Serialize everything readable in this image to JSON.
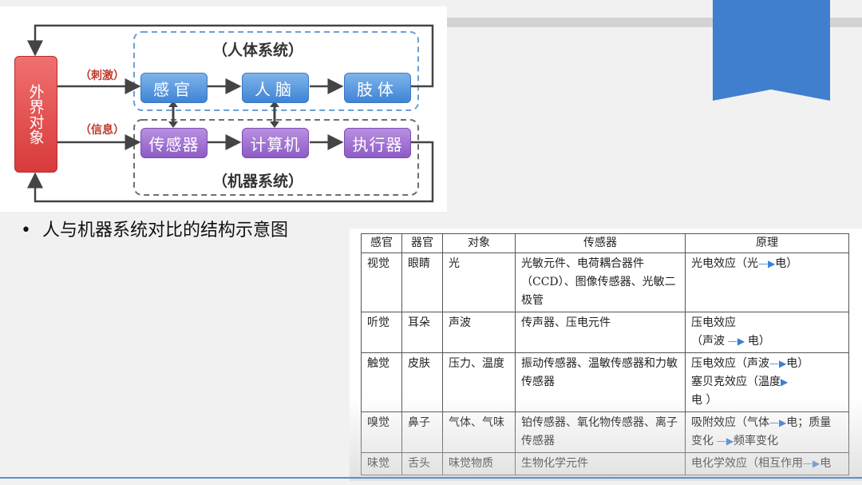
{
  "diagram": {
    "external_object": "外界对象",
    "human_system_title": "（人体系统）",
    "machine_system_title": "（机器系统）",
    "stimulus_label": "（刺激）",
    "info_label": "（信息）",
    "human_nodes": [
      "感官",
      "人脑",
      "肢体"
    ],
    "machine_nodes": [
      "传感器",
      "计算机",
      "执行器"
    ]
  },
  "caption": {
    "bullet": "•",
    "text": "人与机器系统对比的结构示意图"
  },
  "table": {
    "headers": [
      "感官",
      "器官",
      "对象",
      "传感器",
      "原理"
    ],
    "rows": [
      {
        "sense": "视觉",
        "organ": "眼睛",
        "object": "光",
        "sensor": "光敏元件、电荷耦合器件（CCD）、图像传感器、光敏二极管",
        "principle_a": "光电效应（光",
        "principle_b": "电）",
        "principle_c": "",
        "principle_d": ""
      },
      {
        "sense": "听觉",
        "organ": "耳朵",
        "object": "声波",
        "sensor": "传声器、压电元件",
        "principle_a": "压电效应",
        "principle_b": "（声波",
        "principle_c": "电）",
        "principle_d": ""
      },
      {
        "sense": "触觉",
        "organ": "皮肤",
        "object": "压力、温度",
        "sensor": "振动传感器、温敏传感器和力敏传感器",
        "principle_a": "压电效应（声波",
        "principle_b": "电）",
        "principle_c": "塞贝克效应（温度",
        "principle_d": "电 ）"
      },
      {
        "sense": "嗅觉",
        "organ": "鼻子",
        "object": "气体、气味",
        "sensor": "铂传感器、氧化物传感器、离子传感器",
        "principle_a": "吸附效应（气体",
        "principle_b": "电；质量",
        "principle_c": "变化",
        "principle_d": "频率变化"
      },
      {
        "sense": "味觉",
        "organ": "舌头",
        "object": "味觉物质",
        "sensor": "生物化学元件",
        "principle_a": "电化学效应（相互作用",
        "principle_b": "电",
        "principle_c": "",
        "principle_d": ""
      }
    ]
  }
}
